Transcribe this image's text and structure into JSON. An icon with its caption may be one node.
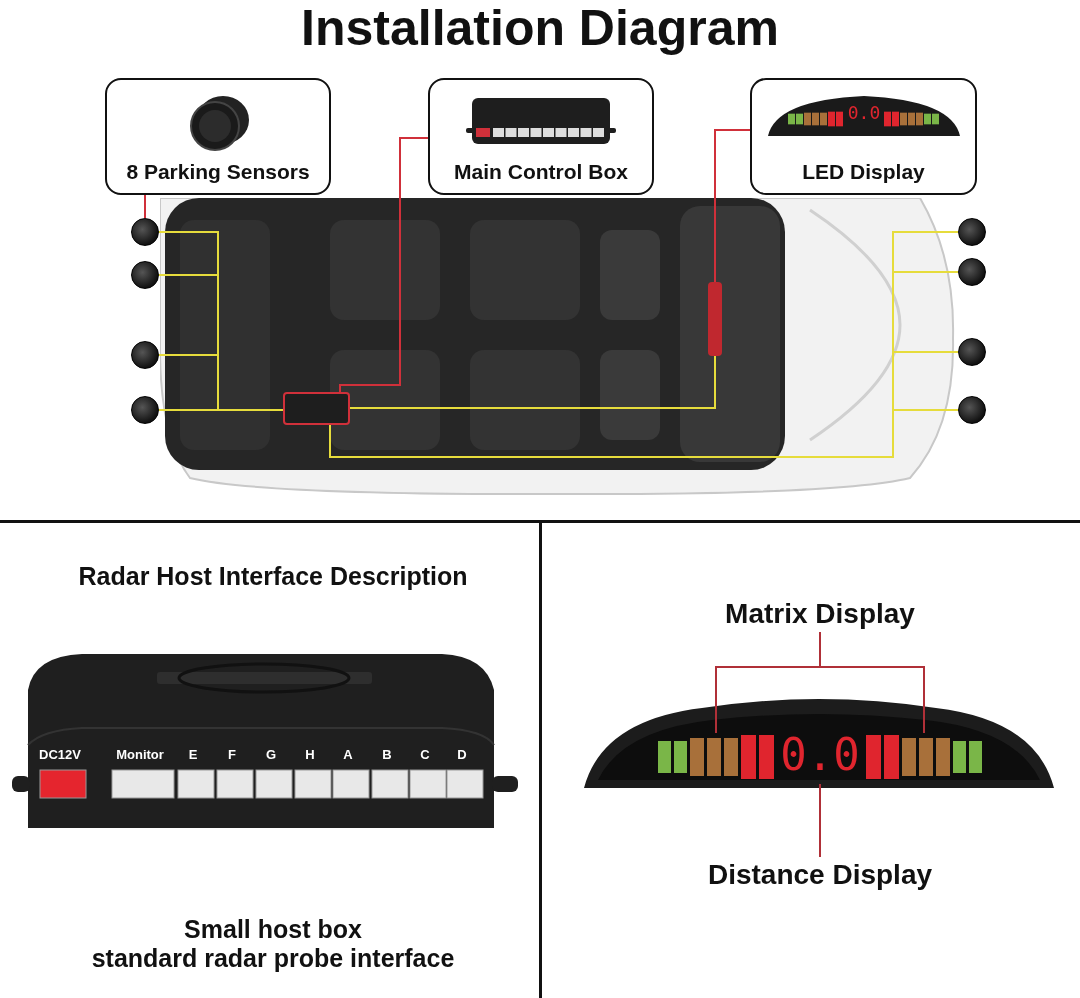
{
  "diagram": {
    "title": "Installation Diagram",
    "nodes": [
      {
        "text": [
          "8 Parking Sensors"
        ]
      },
      {
        "text": [
          "Main Control Box"
        ]
      },
      {
        "text": [
          "LED Display"
        ]
      },
      {
        "text": [],
        "shape": "picture"
      },
      {
        "text": [],
        "shape": "circle"
      },
      {
        "text": [],
        "shape": "circle"
      },
      {
        "text": [],
        "shape": "circle"
      },
      {
        "text": [],
        "shape": "circle"
      },
      {
        "text": [],
        "shape": "circle"
      },
      {
        "text": [],
        "shape": "circle"
      },
      {
        "text": [],
        "shape": "circle"
      },
      {
        "text": [],
        "shape": "circle"
      },
      {
        "text": [],
        "shape": "box",
        "in": 3
      },
      {
        "text": [],
        "shape": "bar",
        "in": 3
      },
      {
        "text": [
          "Matrix Display"
        ]
      },
      {
        "text": [],
        "shape": "picture"
      },
      {
        "text": [],
        "shape": "bar",
        "in": 15
      },
      {
        "text": [
          "0.0"
        ],
        "in": 15
      },
      {
        "text": [],
        "shape": "bar",
        "in": 15
      },
      {
        "text": [
          "Distance Display"
        ]
      }
    ],
    "edges": [
      {
        "from": 0,
        "to": 4,
        "arrow": "none",
        "color": "#d0303a"
      },
      {
        "from": 1,
        "to": 12,
        "arrow": "none",
        "color": "#d0303a"
      },
      {
        "from": 2,
        "to": 13,
        "arrow": "none",
        "color": "#d0303a"
      },
      {
        "from": 4,
        "to": 12,
        "arrow": "none"
      },
      {
        "from": 5,
        "to": 12,
        "arrow": "none"
      },
      {
        "from": 6,
        "to": 12,
        "arrow": "none"
      },
      {
        "from": 7,
        "to": 12,
        "arrow": "none"
      },
      {
        "from": 8,
        "to": 12,
        "arrow": "none"
      },
      {
        "from": 9,
        "to": 12,
        "arrow": "none"
      },
      {
        "from": 10,
        "to": 12,
        "arrow": "none"
      },
      {
        "from": 11,
        "to": 12,
        "arrow": "none"
      },
      {
        "from": 13,
        "to": 12,
        "arrow": "none"
      },
      {
        "from": 14,
        "to": 16,
        "arrow": "none",
        "color": "#b03038"
      },
      {
        "from": 14,
        "to": 18,
        "arrow": "none",
        "color": "#b03038"
      },
      {
        "from": 19,
        "to": 17,
        "arrow": "none",
        "color": "#b03038"
      }
    ],
    "labels": [
      "0.0",
      "Radar Host Interface Description",
      "DC12V",
      "Monitor",
      "E",
      "F",
      "G",
      "H",
      "A",
      "B",
      "C",
      "D",
      "Small host box",
      "standard radar probe interface"
    ]
  }
}
